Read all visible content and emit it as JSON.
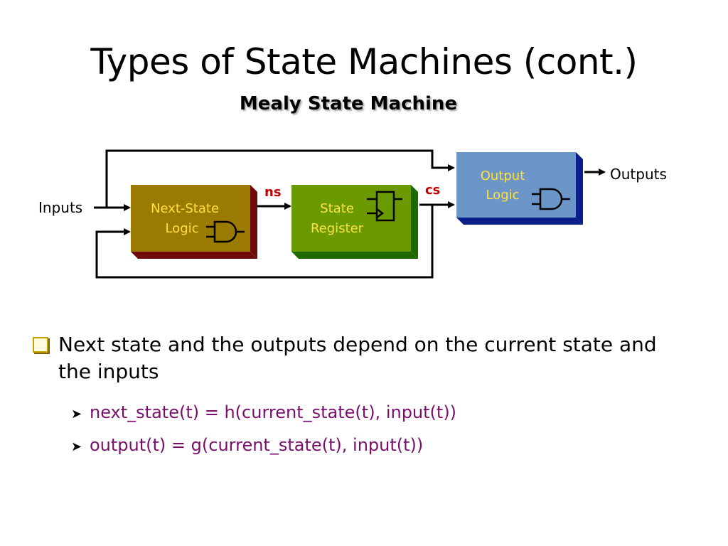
{
  "slide": {
    "title": "Types of State Machines (cont.)",
    "subtitle": "Mealy State Machine"
  },
  "diagram": {
    "blocks": {
      "next_state_logic": [
        "Next-State",
        "Logic"
      ],
      "state_register": [
        "State",
        "Register"
      ],
      "output_logic": [
        "Output",
        "Logic"
      ]
    },
    "labels": {
      "inputs": "Inputs",
      "outputs": "Outputs",
      "ns": "ns",
      "cs": "cs"
    },
    "colors": {
      "next_state_face": "#9a7a00",
      "next_state_side": "#6e0a0a",
      "state_register_face": "#6a9a00",
      "state_register_side": "#1e6a00",
      "output_logic_face": "#6d96c8",
      "output_logic_side": "#0a1e8a",
      "block_text": "#ffe040",
      "signal_label": "#c00000"
    }
  },
  "bullets": {
    "main": "Next state and the outputs depend on the current state and the inputs",
    "sub": [
      "next_state(t) = h(current_state(t), input(t))",
      "output(t) = g(current_state(t), input(t))"
    ]
  }
}
